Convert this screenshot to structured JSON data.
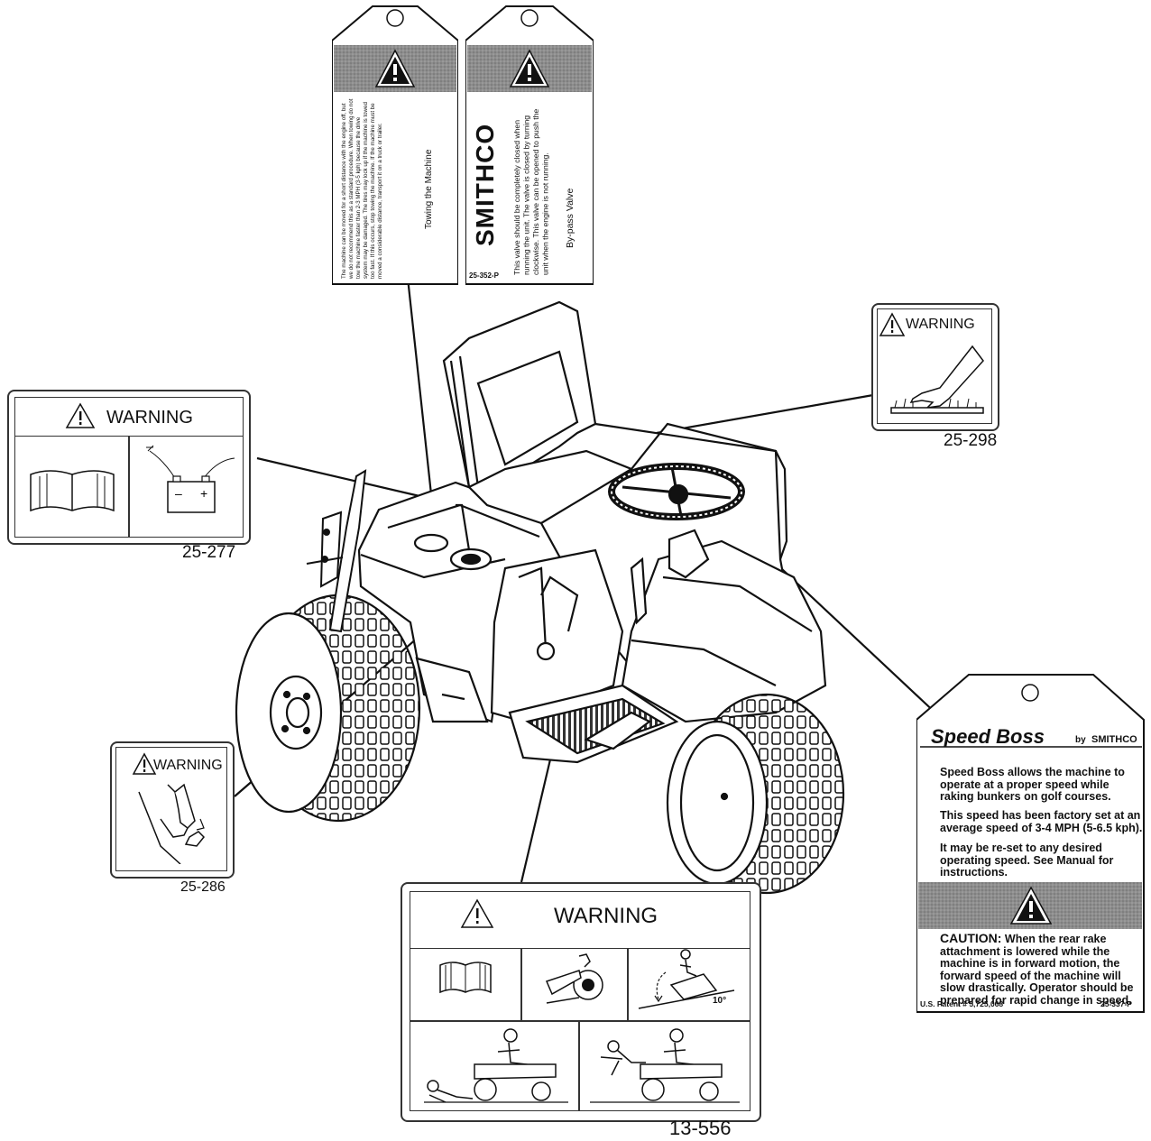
{
  "labels": {
    "towing": {
      "title": "Towing the Machine",
      "text": "The machine can be moved for a short distance with the engine off, but we do not recommend this as a standard procedure. When towing do not tow the machine faster than 2-3 MPH (3-5 kph) because the drive system may be damaged. The tires may lock up if the machine is towed too fast. If this occurs, stop towing the machine. If the machine must be moved a considerable distance, transport it on a truck or trailer."
    },
    "bypass": {
      "title": "By-pass Valve",
      "text": "This valve should be completely closed when running the unit. The valve is closed by turning clockwise. This valve can be opened to push the unit when the engine is not running.",
      "brand": "SMITHCO",
      "part": "25-352-P"
    },
    "battery": {
      "warning": "WARNING",
      "part": "25-277"
    },
    "hot": {
      "warning": "WARNING",
      "part": "25-298"
    },
    "hand": {
      "warning": "WARNING",
      "part": "25-286"
    },
    "main": {
      "warning": "WARNING",
      "part": "13-556",
      "slope": "10°"
    },
    "speedboss": {
      "title": "Speed Boss",
      "by": "by",
      "brand": "SMITHCO",
      "p1": "Speed Boss allows the machine to operate at a proper speed while raking bunkers on golf courses.",
      "p2": "This speed has been factory set at an average speed of 3-4 MPH (5-6.5 kph).",
      "p3": "It may be re-set to any desired operating speed. See Manual for instructions.",
      "caution_lead": "CAUTION:",
      "caution": "When the rear rake attachment is lowered while the machine is in forward motion, the forward speed of the machine will slow drastically. Operator should be prepared for rapid change in speed.",
      "patent": "U.S. Patent # 5,725,068",
      "part": "25-337-P"
    }
  },
  "icons": [
    "manual-book-icon",
    "battery-icon",
    "hot-surface-icon",
    "hand-pinch-icon",
    "rotating-part-icon",
    "slope-tip-icon",
    "run-over-icon",
    "warning-triangle-icon"
  ]
}
